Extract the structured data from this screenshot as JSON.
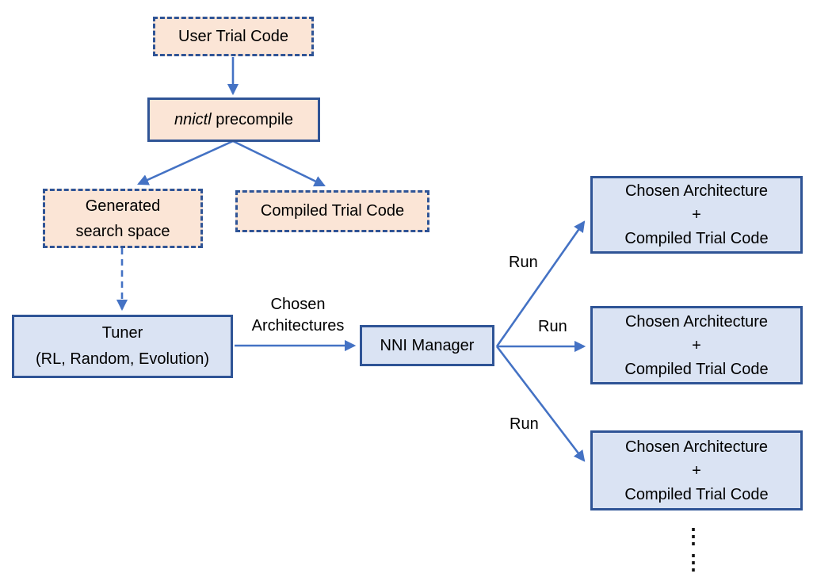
{
  "colors": {
    "peach_fill": "#fbe5d6",
    "light_blue_fill": "#dae3f3",
    "border_blue": "#2f5496",
    "arrow_blue": "#4472c4",
    "text": "#000000"
  },
  "nodes": {
    "user_trial_code": {
      "label": "User Trial Code"
    },
    "nnictl_precompile": {
      "italic": "nnictl",
      "rest": " precompile"
    },
    "generated_search_space": {
      "line1": "Generated",
      "line2": "search space"
    },
    "compiled_trial_code": {
      "label": "Compiled Trial Code"
    },
    "tuner": {
      "line1": "Tuner",
      "line2": "(RL, Random, Evolution)"
    },
    "nni_manager": {
      "label": "NNI Manager"
    },
    "trial_boxes": [
      {
        "line1": "Chosen Architecture",
        "line2": "+",
        "line3": "Compiled Trial Code"
      },
      {
        "line1": "Chosen Architecture",
        "line2": "+",
        "line3": "Compiled Trial Code"
      },
      {
        "line1": "Chosen Architecture",
        "line2": "+",
        "line3": "Compiled Trial Code"
      }
    ]
  },
  "edge_labels": {
    "chosen_architectures": {
      "line1": "Chosen",
      "line2": "Architectures"
    },
    "run_top": "Run",
    "run_middle": "Run",
    "run_bottom": "Run"
  },
  "decor": {
    "vertical_ellipsis": "⋮"
  }
}
